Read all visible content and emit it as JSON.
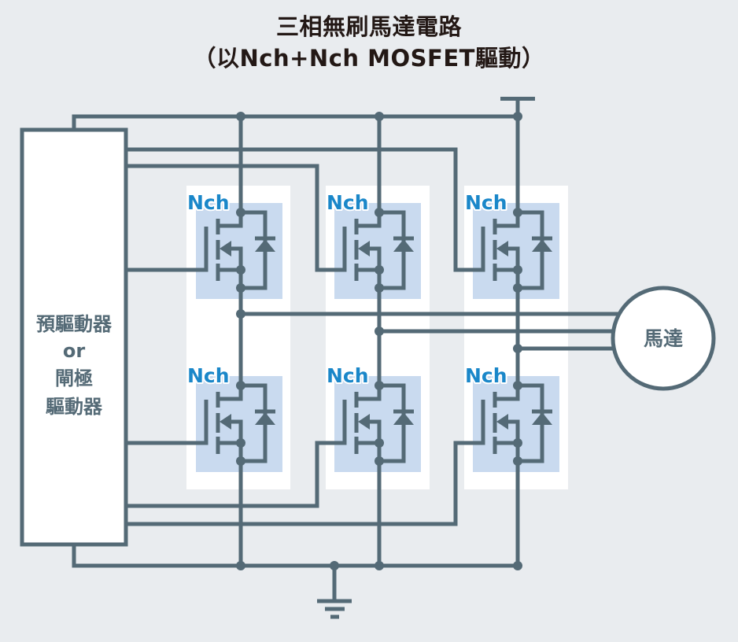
{
  "title": {
    "line1": "三相無刷馬達電路",
    "line2": "（以Nch+Nch MOSFET驅動）"
  },
  "driver": {
    "lines": [
      "預驅動器",
      "or",
      "閘極",
      "驅動器"
    ]
  },
  "motor": {
    "label": "馬達"
  },
  "transistors": [
    {
      "id": "phase-u-high",
      "label": "Nch",
      "type": "N-channel MOSFET",
      "phase": "U",
      "side": "high"
    },
    {
      "id": "phase-v-high",
      "label": "Nch",
      "type": "N-channel MOSFET",
      "phase": "V",
      "side": "high"
    },
    {
      "id": "phase-w-high",
      "label": "Nch",
      "type": "N-channel MOSFET",
      "phase": "W",
      "side": "high"
    },
    {
      "id": "phase-u-low",
      "label": "Nch",
      "type": "N-channel MOSFET",
      "phase": "U",
      "side": "low"
    },
    {
      "id": "phase-v-low",
      "label": "Nch",
      "type": "N-channel MOSFET",
      "phase": "V",
      "side": "low"
    },
    {
      "id": "phase-w-low",
      "label": "Nch",
      "type": "N-channel MOSFET",
      "phase": "W",
      "side": "low"
    }
  ],
  "symbols": {
    "power": "power-supply-icon",
    "ground": "ground-icon",
    "diode": "body-diode-icon"
  },
  "colors": {
    "background": "#e9ecef",
    "wire": "#546a76",
    "title": "#231815",
    "nch_label": "#1a87c9",
    "mosfet_fill": "#c9daef",
    "column_fill": "#ffffff"
  }
}
